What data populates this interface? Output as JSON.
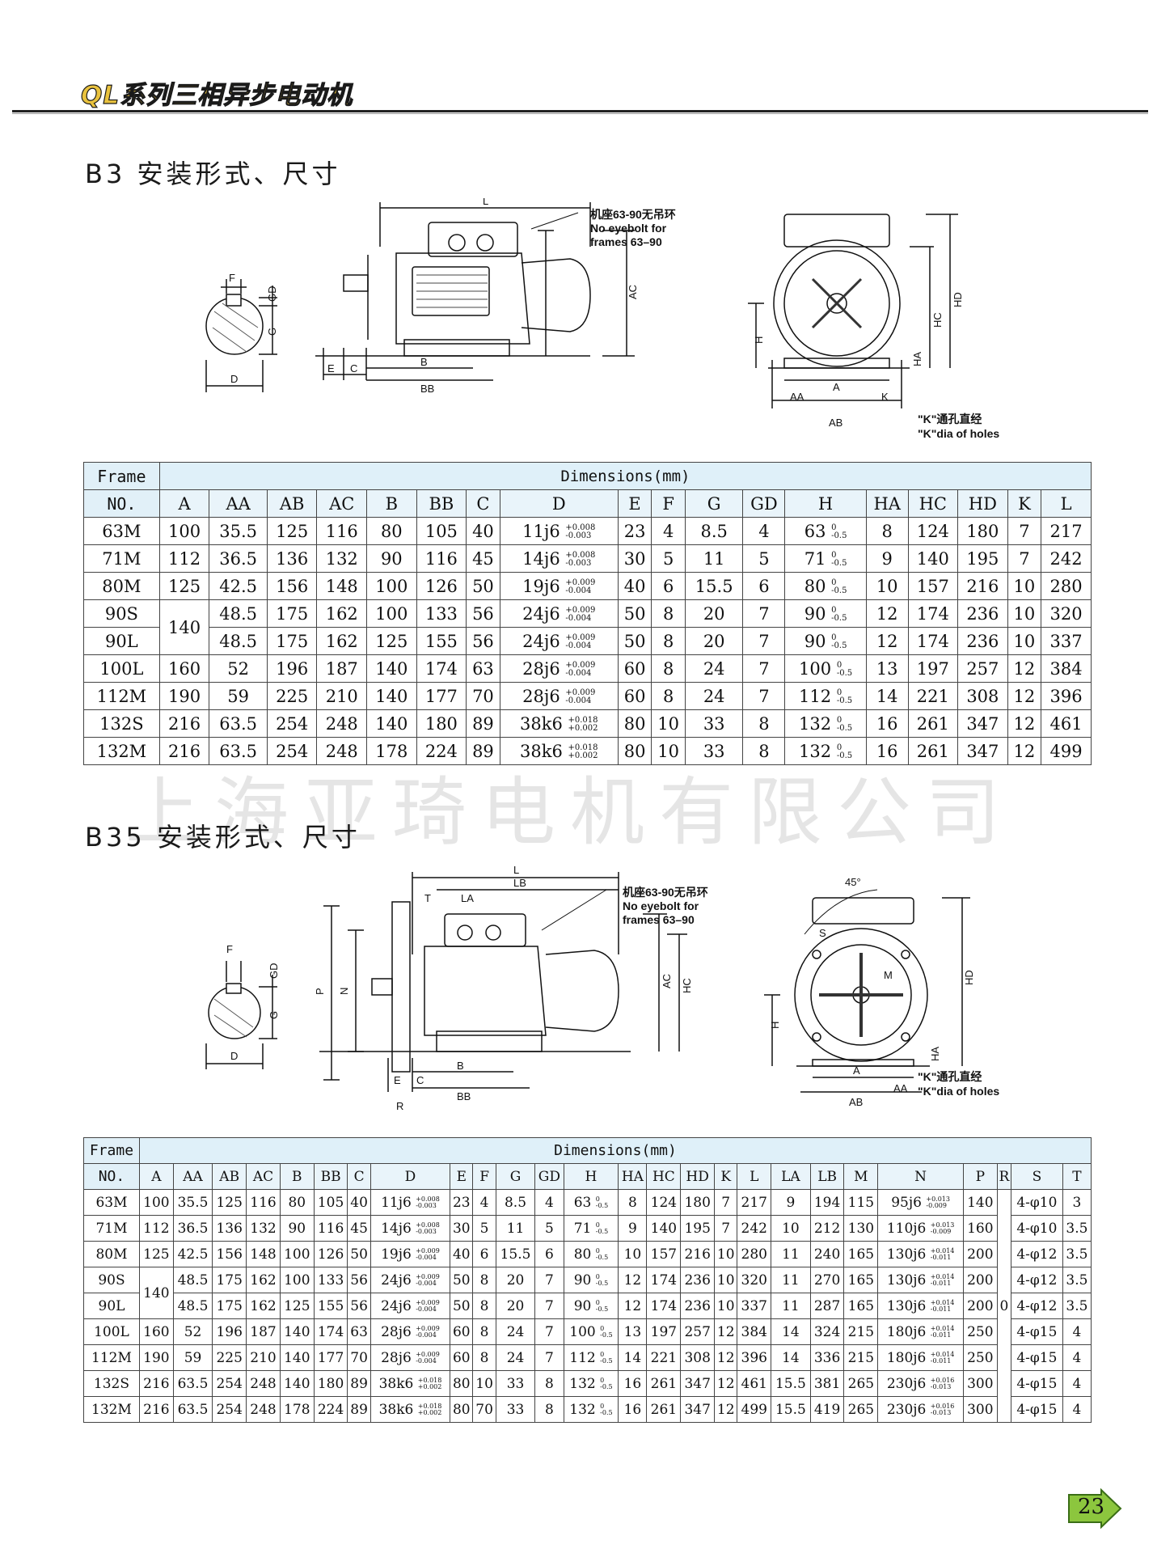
{
  "header": {
    "title": "QL系列三相异步电动机"
  },
  "watermark": "上海亚琦电机有限公司",
  "page_number": "23",
  "section_b3": {
    "title": "B3 安装形式、尺寸",
    "note_cn": "机座63-90无吊环",
    "note_en1": "No eyebolt for",
    "note_en2": "frames 63–90",
    "holes_cn": "\"K\"通孔直经",
    "holes_en": "\"K\"dia of holes",
    "labels": {
      "L": "L",
      "AC": "AC",
      "E": "E",
      "C": "C",
      "B": "B",
      "BB": "BB",
      "F": "F",
      "GD": "GD",
      "G": "G",
      "D": "D",
      "HD": "HD",
      "HC": "HC",
      "H": "H",
      "HA": "HA",
      "AA": "AA",
      "K": "K",
      "A": "A",
      "AB": "AB"
    },
    "table": {
      "frame_head": [
        "Frame",
        "NO."
      ],
      "dims_head": "Dimensions(mm)",
      "columns": [
        "A",
        "AA",
        "AB",
        "AC",
        "B",
        "BB",
        "C",
        "D",
        "E",
        "F",
        "G",
        "GD",
        "H",
        "HA",
        "HC",
        "HD",
        "K",
        "L"
      ],
      "rows": [
        {
          "frame": "63M",
          "A": "100",
          "AA": "35.5",
          "AB": "125",
          "AC": "116",
          "B": "80",
          "BB": "105",
          "C": "40",
          "D": "11j6",
          "D_up": "+0.008",
          "D_lo": "-0.003",
          "E": "23",
          "F": "4",
          "G": "8.5",
          "GD": "4",
          "H": "63",
          "H_up": "0",
          "H_lo": "-0.5",
          "HA": "8",
          "HC": "124",
          "HD": "180",
          "K": "7",
          "L": "217"
        },
        {
          "frame": "71M",
          "A": "112",
          "AA": "36.5",
          "AB": "136",
          "AC": "132",
          "B": "90",
          "BB": "116",
          "C": "45",
          "D": "14j6",
          "D_up": "+0.008",
          "D_lo": "-0.003",
          "E": "30",
          "F": "5",
          "G": "11",
          "GD": "5",
          "H": "71",
          "H_up": "0",
          "H_lo": "-0.5",
          "HA": "9",
          "HC": "140",
          "HD": "195",
          "K": "7",
          "L": "242"
        },
        {
          "frame": "80M",
          "A": "125",
          "AA": "42.5",
          "AB": "156",
          "AC": "148",
          "B": "100",
          "BB": "126",
          "C": "50",
          "D": "19j6",
          "D_up": "+0.009",
          "D_lo": "-0.004",
          "E": "40",
          "F": "6",
          "G": "15.5",
          "GD": "6",
          "H": "80",
          "H_up": "0",
          "H_lo": "-0.5",
          "HA": "10",
          "HC": "157",
          "HD": "216",
          "K": "10",
          "L": "280"
        },
        {
          "frame": "90S",
          "A": "140",
          "AA": "48.5",
          "AB": "175",
          "AC": "162",
          "B": "100",
          "BB": "133",
          "C": "56",
          "D": "24j6",
          "D_up": "+0.009",
          "D_lo": "-0.004",
          "E": "50",
          "F": "8",
          "G": "20",
          "GD": "7",
          "H": "90",
          "H_up": "0",
          "H_lo": "-0.5",
          "HA": "12",
          "HC": "174",
          "HD": "236",
          "K": "10",
          "L": "320"
        },
        {
          "frame": "90L",
          "A": "140",
          "AA": "48.5",
          "AB": "175",
          "AC": "162",
          "B": "125",
          "BB": "155",
          "C": "56",
          "D": "24j6",
          "D_up": "+0.009",
          "D_lo": "-0.004",
          "E": "50",
          "F": "8",
          "G": "20",
          "GD": "7",
          "H": "90",
          "H_up": "0",
          "H_lo": "-0.5",
          "HA": "12",
          "HC": "174",
          "HD": "236",
          "K": "10",
          "L": "337"
        },
        {
          "frame": "100L",
          "A": "160",
          "AA": "52",
          "AB": "196",
          "AC": "187",
          "B": "140",
          "BB": "174",
          "C": "63",
          "D": "28j6",
          "D_up": "+0.009",
          "D_lo": "-0.004",
          "E": "60",
          "F": "8",
          "G": "24",
          "GD": "7",
          "H": "100",
          "H_up": "0",
          "H_lo": "-0.5",
          "HA": "13",
          "HC": "197",
          "HD": "257",
          "K": "12",
          "L": "384"
        },
        {
          "frame": "112M",
          "A": "190",
          "AA": "59",
          "AB": "225",
          "AC": "210",
          "B": "140",
          "BB": "177",
          "C": "70",
          "D": "28j6",
          "D_up": "+0.009",
          "D_lo": "-0.004",
          "E": "60",
          "F": "8",
          "G": "24",
          "GD": "7",
          "H": "112",
          "H_up": "0",
          "H_lo": "-0.5",
          "HA": "14",
          "HC": "221",
          "HD": "308",
          "K": "12",
          "L": "396"
        },
        {
          "frame": "132S",
          "A": "216",
          "AA": "63.5",
          "AB": "254",
          "AC": "248",
          "B": "140",
          "BB": "180",
          "C": "89",
          "D": "38k6",
          "D_up": "+0.018",
          "D_lo": "+0.002",
          "E": "80",
          "F": "10",
          "G": "33",
          "GD": "8",
          "H": "132",
          "H_up": "0",
          "H_lo": "-0.5",
          "HA": "16",
          "HC": "261",
          "HD": "347",
          "K": "12",
          "L": "461"
        },
        {
          "frame": "132M",
          "A": "216",
          "AA": "63.5",
          "AB": "254",
          "AC": "248",
          "B": "178",
          "BB": "224",
          "C": "89",
          "D": "38k6",
          "D_up": "+0.018",
          "D_lo": "+0.002",
          "E": "80",
          "F": "10",
          "G": "33",
          "GD": "8",
          "H": "132",
          "H_up": "0",
          "H_lo": "-0.5",
          "HA": "16",
          "HC": "261",
          "HD": "347",
          "K": "12",
          "L": "499"
        }
      ]
    }
  },
  "section_b35": {
    "title": "B35 安装形式、尺寸",
    "note_cn": "机座63-90无吊环",
    "note_en1": "No eyebolt for",
    "note_en2": "frames 63–90",
    "holes_cn": "\"K\"通孔直经",
    "holes_en": "\"K\"dia of holes",
    "angle": "45°",
    "labels": {
      "L": "L",
      "LB": "LB",
      "T": "T",
      "LA": "LA",
      "P": "P",
      "N": "N",
      "AC": "AC",
      "HC": "HC",
      "E": "E",
      "C": "C",
      "B": "B",
      "BB": "BB",
      "R": "R",
      "F": "F",
      "GD": "GD",
      "G": "G",
      "D": "D",
      "HD": "HD",
      "H": "H",
      "HA": "HA",
      "S": "S",
      "M": "M",
      "AA": "AA",
      "A": "A",
      "AB": "AB"
    },
    "table": {
      "frame_head": [
        "Frame",
        "NO."
      ],
      "dims_head": "Dimensions(mm)",
      "columns": [
        "A",
        "AA",
        "AB",
        "AC",
        "B",
        "BB",
        "C",
        "D",
        "E",
        "F",
        "G",
        "GD",
        "H",
        "HA",
        "HC",
        "HD",
        "K",
        "L",
        "LA",
        "LB",
        "M",
        "N",
        "P",
        "R",
        "S",
        "T"
      ],
      "r_value": "0",
      "rows": [
        {
          "frame": "63M",
          "A": "100",
          "AA": "35.5",
          "AB": "125",
          "AC": "116",
          "B": "80",
          "BB": "105",
          "C": "40",
          "D": "11j6",
          "D_up": "+0.008",
          "D_lo": "-0.003",
          "E": "23",
          "F": "4",
          "G": "8.5",
          "GD": "4",
          "H": "63",
          "H_up": "0",
          "H_lo": "-0.5",
          "HA": "8",
          "HC": "124",
          "HD": "180",
          "K": "7",
          "L": "217",
          "LA": "9",
          "LB": "194",
          "M": "115",
          "N": "95j6",
          "N_up": "+0.013",
          "N_lo": "-0.009",
          "P": "140",
          "S": "4-φ10",
          "T": "3"
        },
        {
          "frame": "71M",
          "A": "112",
          "AA": "36.5",
          "AB": "136",
          "AC": "132",
          "B": "90",
          "BB": "116",
          "C": "45",
          "D": "14j6",
          "D_up": "+0.008",
          "D_lo": "-0.003",
          "E": "30",
          "F": "5",
          "G": "11",
          "GD": "5",
          "H": "71",
          "H_up": "0",
          "H_lo": "-0.5",
          "HA": "9",
          "HC": "140",
          "HD": "195",
          "K": "7",
          "L": "242",
          "LA": "10",
          "LB": "212",
          "M": "130",
          "N": "110j6",
          "N_up": "+0.013",
          "N_lo": "-0.009",
          "P": "160",
          "S": "4-φ10",
          "T": "3.5"
        },
        {
          "frame": "80M",
          "A": "125",
          "AA": "42.5",
          "AB": "156",
          "AC": "148",
          "B": "100",
          "BB": "126",
          "C": "50",
          "D": "19j6",
          "D_up": "+0.009",
          "D_lo": "-0.004",
          "E": "40",
          "F": "6",
          "G": "15.5",
          "GD": "6",
          "H": "80",
          "H_up": "0",
          "H_lo": "-0.5",
          "HA": "10",
          "HC": "157",
          "HD": "216",
          "K": "10",
          "L": "280",
          "LA": "11",
          "LB": "240",
          "M": "165",
          "N": "130j6",
          "N_up": "+0.014",
          "N_lo": "-0.011",
          "P": "200",
          "S": "4-φ12",
          "T": "3.5"
        },
        {
          "frame": "90S",
          "A": "140",
          "AA": "48.5",
          "AB": "175",
          "AC": "162",
          "B": "100",
          "BB": "133",
          "C": "56",
          "D": "24j6",
          "D_up": "+0.009",
          "D_lo": "-0.004",
          "E": "50",
          "F": "8",
          "G": "20",
          "GD": "7",
          "H": "90",
          "H_up": "0",
          "H_lo": "-0.5",
          "HA": "12",
          "HC": "174",
          "HD": "236",
          "K": "10",
          "L": "320",
          "LA": "11",
          "LB": "270",
          "M": "165",
          "N": "130j6",
          "N_up": "+0.014",
          "N_lo": "-0.011",
          "P": "200",
          "S": "4-φ12",
          "T": "3.5"
        },
        {
          "frame": "90L",
          "A": "140",
          "AA": "48.5",
          "AB": "175",
          "AC": "162",
          "B": "125",
          "BB": "155",
          "C": "56",
          "D": "24j6",
          "D_up": "+0.009",
          "D_lo": "-0.004",
          "E": "50",
          "F": "8",
          "G": "20",
          "GD": "7",
          "H": "90",
          "H_up": "0",
          "H_lo": "-0.5",
          "HA": "12",
          "HC": "174",
          "HD": "236",
          "K": "10",
          "L": "337",
          "LA": "11",
          "LB": "287",
          "M": "165",
          "N": "130j6",
          "N_up": "+0.014",
          "N_lo": "-0.011",
          "P": "200",
          "S": "4-φ12",
          "T": "3.5"
        },
        {
          "frame": "100L",
          "A": "160",
          "AA": "52",
          "AB": "196",
          "AC": "187",
          "B": "140",
          "BB": "174",
          "C": "63",
          "D": "28j6",
          "D_up": "+0.009",
          "D_lo": "-0.004",
          "E": "60",
          "F": "8",
          "G": "24",
          "GD": "7",
          "H": "100",
          "H_up": "0",
          "H_lo": "-0.5",
          "HA": "13",
          "HC": "197",
          "HD": "257",
          "K": "12",
          "L": "384",
          "LA": "14",
          "LB": "324",
          "M": "215",
          "N": "180j6",
          "N_up": "+0.014",
          "N_lo": "-0.011",
          "P": "250",
          "S": "4-φ15",
          "T": "4"
        },
        {
          "frame": "112M",
          "A": "190",
          "AA": "59",
          "AB": "225",
          "AC": "210",
          "B": "140",
          "BB": "177",
          "C": "70",
          "D": "28j6",
          "D_up": "+0.009",
          "D_lo": "-0.004",
          "E": "60",
          "F": "8",
          "G": "24",
          "GD": "7",
          "H": "112",
          "H_up": "0",
          "H_lo": "-0.5",
          "HA": "14",
          "HC": "221",
          "HD": "308",
          "K": "12",
          "L": "396",
          "LA": "14",
          "LB": "336",
          "M": "215",
          "N": "180j6",
          "N_up": "+0.014",
          "N_lo": "-0.011",
          "P": "250",
          "S": "4-φ15",
          "T": "4"
        },
        {
          "frame": "132S",
          "A": "216",
          "AA": "63.5",
          "AB": "254",
          "AC": "248",
          "B": "140",
          "BB": "180",
          "C": "89",
          "D": "38k6",
          "D_up": "+0.018",
          "D_lo": "+0.002",
          "E": "80",
          "F": "10",
          "G": "33",
          "GD": "8",
          "H": "132",
          "H_up": "0",
          "H_lo": "-0.5",
          "HA": "16",
          "HC": "261",
          "HD": "347",
          "K": "12",
          "L": "461",
          "LA": "15.5",
          "LB": "381",
          "M": "265",
          "N": "230j6",
          "N_up": "+0.016",
          "N_lo": "-0.013",
          "P": "300",
          "S": "4-φ15",
          "T": "4"
        },
        {
          "frame": "132M",
          "A": "216",
          "AA": "63.5",
          "AB": "254",
          "AC": "248",
          "B": "178",
          "BB": "224",
          "C": "89",
          "D": "38k6",
          "D_up": "+0.018",
          "D_lo": "+0.002",
          "E": "80",
          "F": "70",
          "G": "33",
          "GD": "8",
          "H": "132",
          "H_up": "0",
          "H_lo": "-0.5",
          "HA": "16",
          "HC": "261",
          "HD": "347",
          "K": "12",
          "L": "499",
          "LA": "15.5",
          "LB": "419",
          "M": "265",
          "N": "230j6",
          "N_up": "+0.016",
          "N_lo": "-0.013",
          "P": "300",
          "S": "4-φ15",
          "T": "4"
        }
      ]
    }
  }
}
